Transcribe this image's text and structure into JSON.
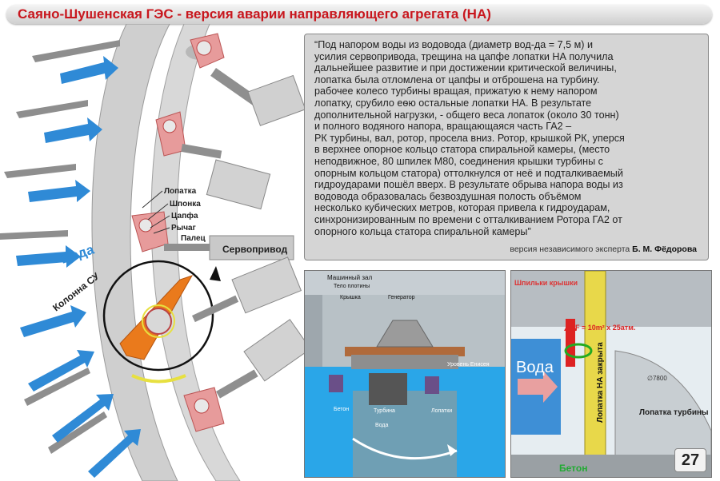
{
  "title": "Саяно-Шушенская ГЭС - версия аварии направляющего агрегата (НА)",
  "diagram": {
    "labels": {
      "blade": "Лопатка",
      "pin": "Шпонка",
      "trunnion": "Цапфа",
      "lever": "Рычаг",
      "finger": "Палец",
      "servo": "Сервопривод",
      "water": "Вода",
      "column": "Колонна СУ"
    },
    "colors": {
      "arrow": "#2f8ad6",
      "lever": "#e79b9b",
      "blade": "#ea7a1c",
      "servo": "#c9c9c9"
    }
  },
  "quote": {
    "lines": [
      "“Под напором воды из водовода (диаметр вод-да  = 7,5 м) и",
      "усилия сервопривода, трещина на цапфе лопатки НА получила",
      "дальнейшее развитие и при достижении критической величины,",
      "лопатка была отломлена от цапфы и отброшена на турбину.",
      "рабочее колесо турбины вращая, прижатую к нему напором",
      "лопатку, срубило еѳю остальные лопатки НА. В результате",
      "дополнительной нагрузки, - общего веса лопаток (около 30 тонн)",
      "и полного водяного напора, вращающаяся часть ГА2 –",
      "РК турбины, вал, ротор, просела вниз. Ротор, крышкой РК, уперся",
      "в верхнее опорное кольцо статора спиральной камеры, (место",
      "неподвижное, 80 шпилек М80, соединения крышки турбины с",
      "опорным кольцом статора) оттолкнулся от неё и подталкиваемый",
      "гидроударами пошёл вверх. В результате обрыва напора воды из",
      "водовода образовалась безвоздушная полость объёмом",
      "несколько кубических метров, которая привела к гидроударам,",
      "синхронизированным по времени с отталкиванием Ротора ГА2 от",
      "опорного кольца статора спиральной камеры”"
    ],
    "source_prefix": "версия независимого эксперта",
    "source_author": "Б. М. Фёдорова"
  },
  "section": {
    "labels": {
      "hall": "Машинный зал",
      "dam": "Тело плотины",
      "cover": "Крышка",
      "generator": "Генератор",
      "level": "Уровень Енисея",
      "concrete": "Бетон",
      "turbine": "Турбина",
      "blades": "Лопатки",
      "water": "Вода"
    }
  },
  "detail": {
    "labels": {
      "studs": "Шпильки крышки",
      "force": "F = 10m² x 25атм.",
      "water": "Вода",
      "closed_blade": "Лопатка НА закрыта",
      "turbine_blade": "Лопатка турбины",
      "concrete": "Бетон",
      "dim": "∅7800"
    }
  },
  "page_number": "27"
}
